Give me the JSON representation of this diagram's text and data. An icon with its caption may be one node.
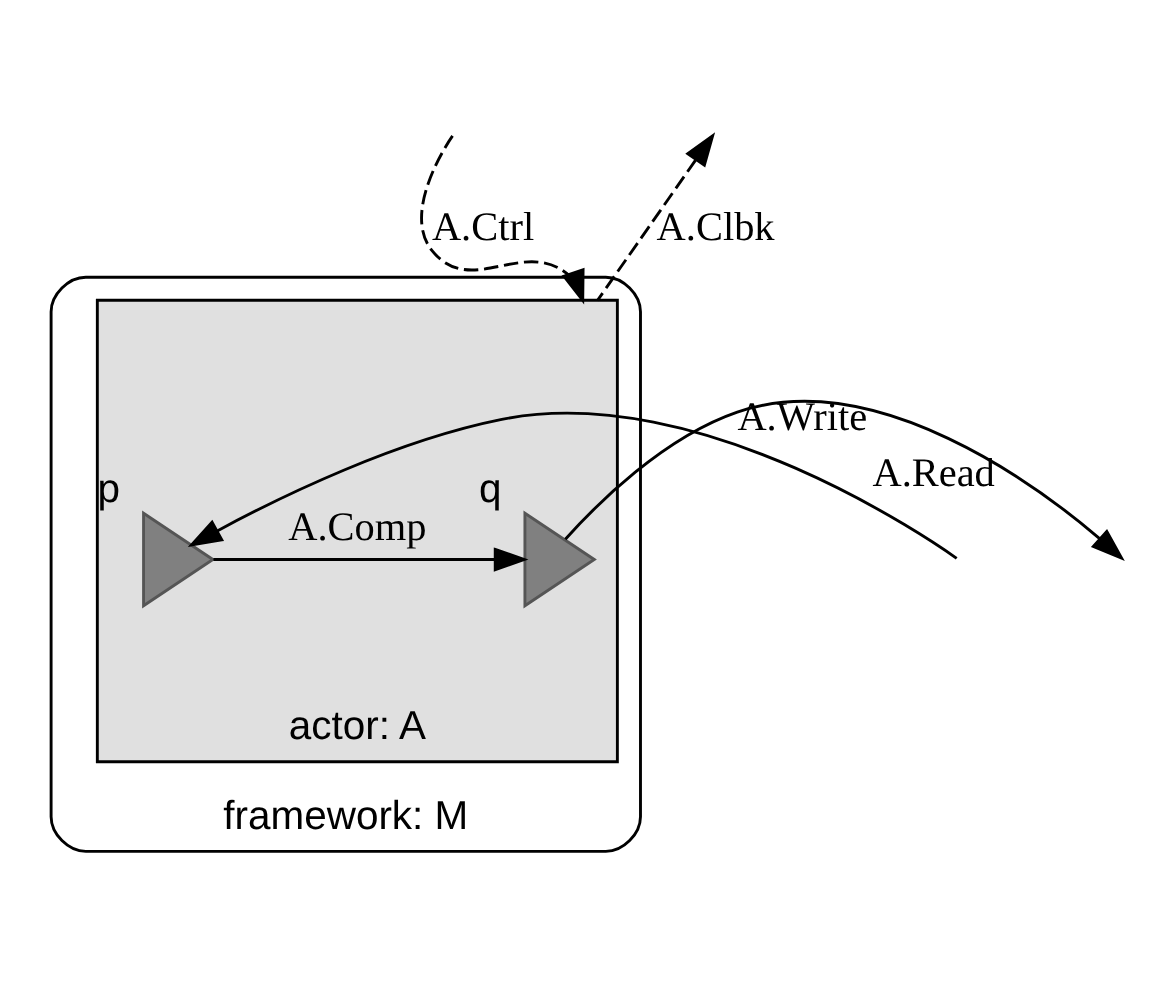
{
  "diagram": {
    "nodes": [
      {
        "text": [
          "framework: M"
        ]
      },
      {
        "text": [
          "actor: A"
        ],
        "in": 0
      },
      {
        "text": [],
        "shape": "triangle",
        "beside": [
          "p"
        ],
        "in": 1
      },
      {
        "text": [],
        "shape": "triangle",
        "beside": [
          "q"
        ],
        "in": 1
      }
    ],
    "edges": [
      {
        "from": null,
        "to": 1,
        "arrow": "to",
        "label": "A.Ctrl",
        "style": "dashed"
      },
      {
        "from": 1,
        "to": null,
        "arrow": "to",
        "label": "A.Clbk",
        "style": "dashed"
      },
      {
        "from": null,
        "to": 2,
        "arrow": "to",
        "label": "A.Read"
      },
      {
        "from": 2,
        "to": 3,
        "arrow": "to",
        "label": "A.Comp"
      },
      {
        "from": 3,
        "to": null,
        "arrow": "to",
        "label": "A.Write"
      }
    ]
  }
}
